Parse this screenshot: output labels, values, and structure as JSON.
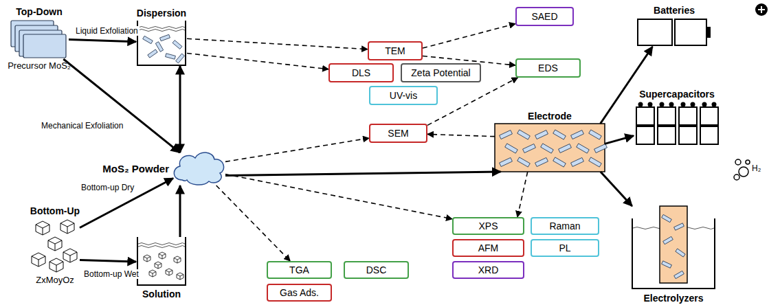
{
  "diagram": {
    "nodes": [
      {
        "text": [
          "Top-Down",
          "Precursor MoS₂"
        ]
      },
      {
        "text": [
          "Dispersion"
        ]
      },
      {
        "text": [
          "MoS₂ Powder"
        ]
      },
      {
        "text": [
          "Bottom-Up",
          "ZxMoyOz"
        ]
      },
      {
        "text": [
          "Solution"
        ]
      },
      {
        "text": [
          "TEM"
        ]
      },
      {
        "text": [
          "DLS"
        ]
      },
      {
        "text": [
          "Zeta Potential"
        ]
      },
      {
        "text": [
          "UV-vis"
        ]
      },
      {
        "text": [
          "SAED"
        ]
      },
      {
        "text": [
          "EDS"
        ]
      },
      {
        "text": [
          "SEM"
        ]
      },
      {
        "text": [
          "TGA"
        ]
      },
      {
        "text": [
          "DSC"
        ]
      },
      {
        "text": [
          "Gas Ads."
        ]
      },
      {
        "text": [
          "Electrode"
        ]
      },
      {
        "text": [
          "XPS"
        ]
      },
      {
        "text": [
          "Raman"
        ]
      },
      {
        "text": [
          "AFM"
        ]
      },
      {
        "text": [
          "PL"
        ]
      },
      {
        "text": [
          "XRD"
        ]
      },
      {
        "text": [
          "Batteries"
        ]
      },
      {
        "text": [
          "Supercapacitors"
        ]
      },
      {
        "text": [
          "Electrolyzers"
        ]
      }
    ],
    "edges": [
      {
        "from": 0,
        "to": 1,
        "arrow": "to",
        "label": "Liquid Exfoliation"
      },
      {
        "from": 0,
        "to": 2,
        "arrow": "to",
        "label": "Mechanical Exfoliation"
      },
      {
        "from": 1,
        "to": 2,
        "arrow": "both"
      },
      {
        "from": 3,
        "to": 2,
        "arrow": "to",
        "label": "Bottom-up Dry"
      },
      {
        "from": 3,
        "to": 4,
        "arrow": "to",
        "label": "Bottom-up Wet"
      },
      {
        "from": 4,
        "to": 2,
        "arrow": "to"
      },
      {
        "from": 2,
        "to": 15,
        "arrow": "to"
      },
      {
        "from": 15,
        "to": 21,
        "arrow": "to"
      },
      {
        "from": 15,
        "to": 22,
        "arrow": "to"
      },
      {
        "from": 15,
        "to": 23,
        "arrow": "to"
      },
      {
        "from": 1,
        "to": 5,
        "arrow": "to"
      },
      {
        "from": 1,
        "to": 6,
        "arrow": "to"
      },
      {
        "from": 5,
        "to": 9,
        "arrow": "to"
      },
      {
        "from": 5,
        "to": 10,
        "arrow": "to"
      },
      {
        "from": 11,
        "to": 10,
        "arrow": "to"
      },
      {
        "from": 2,
        "to": 11,
        "arrow": "to"
      },
      {
        "from": 15,
        "to": 11,
        "arrow": "to"
      },
      {
        "from": 2,
        "to": 12,
        "arrow": "to"
      },
      {
        "from": 2,
        "to": 16,
        "arrow": "to"
      },
      {
        "from": 15,
        "to": 16,
        "arrow": "to"
      }
    ],
    "labels": [
      "H₂"
    ]
  }
}
